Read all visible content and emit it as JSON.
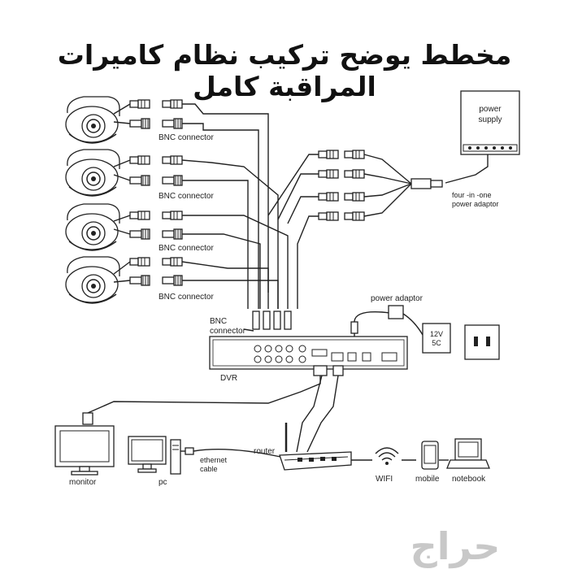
{
  "title": "مخطط يوضح تركيب نظام كاميرات المراقبة كامل",
  "cameras": [
    {
      "connector_label": "BNC connector"
    },
    {
      "connector_label": "BNC connector"
    },
    {
      "connector_label": "BNC connector"
    },
    {
      "connector_label": "BNC connector"
    }
  ],
  "power_supply": {
    "line1": "power",
    "line2": "supply"
  },
  "splitter": {
    "line1": "four -in -one",
    "line2": "power adaptor"
  },
  "dvr": {
    "bnc_line1": "BNC",
    "bnc_line2": "connector",
    "label": "DVR"
  },
  "power_adaptor": {
    "label": "power adaptor",
    "rating_line1": "12V",
    "rating_line2": "5C"
  },
  "monitor": {
    "label": "monitor"
  },
  "pc": {
    "label": "pc"
  },
  "ethernet": {
    "line1": "ethernet",
    "line2": "cable"
  },
  "router": {
    "label": "router"
  },
  "wifi": {
    "label": "WIFI"
  },
  "mobile": {
    "label": "mobile"
  },
  "notebook": {
    "label": "notebook"
  },
  "watermark": "حراج"
}
